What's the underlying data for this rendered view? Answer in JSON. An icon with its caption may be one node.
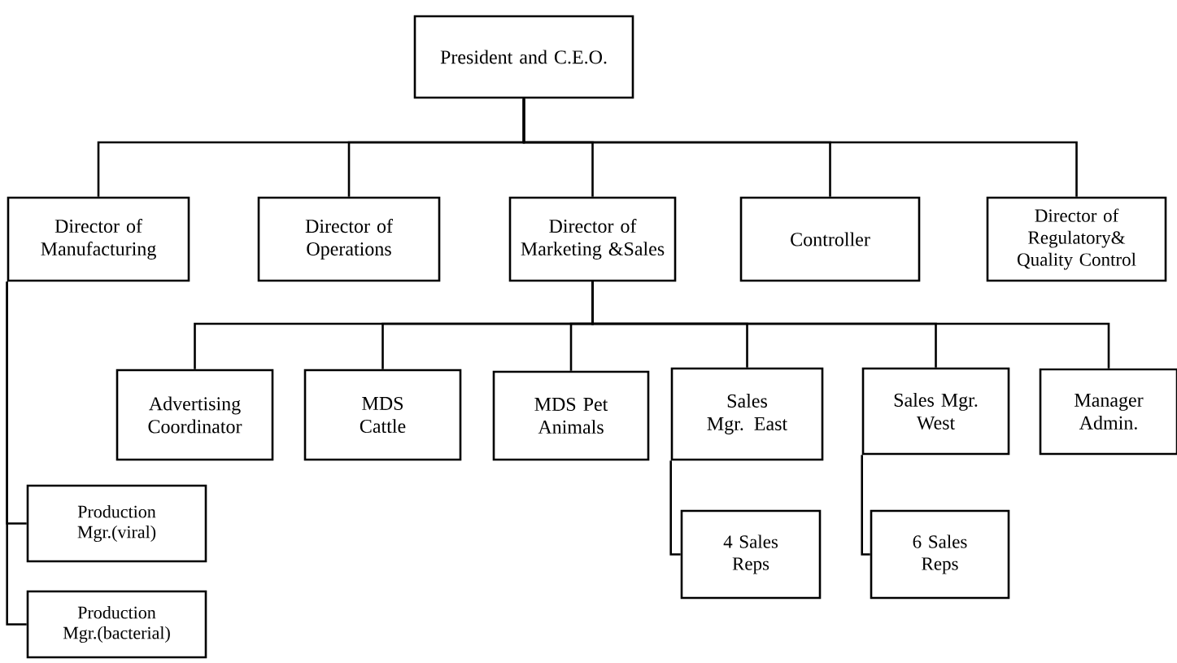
{
  "diagram": {
    "nodes": [
      {
        "text": [
          "President and C.E.O."
        ]
      },
      {
        "text": [
          "Director of Manufacturing"
        ]
      },
      {
        "text": [
          "Director of Operations"
        ]
      },
      {
        "text": [
          "Director of Marketing &Sales"
        ]
      },
      {
        "text": [
          "Controller"
        ]
      },
      {
        "text": [
          "Director of Regulatory& Quality Control"
        ]
      },
      {
        "text": [
          "Advertising Coordinator"
        ]
      },
      {
        "text": [
          "MDS Cattle"
        ]
      },
      {
        "text": [
          "MDS Pet Animals"
        ]
      },
      {
        "text": [
          "Sales Mgr. East"
        ]
      },
      {
        "text": [
          "Sales Mgr. West"
        ]
      },
      {
        "text": [
          "Manager Admin."
        ]
      },
      {
        "text": [
          "4 Sales Reps"
        ]
      },
      {
        "text": [
          "6 Sales Reps"
        ]
      },
      {
        "text": [
          "Production Mgr.(viral)"
        ]
      },
      {
        "text": [
          "Production Mgr.(bacterial)"
        ]
      }
    ],
    "edges": [
      {
        "from": 0,
        "to": 1,
        "arrow": "none"
      },
      {
        "from": 0,
        "to": 2,
        "arrow": "none"
      },
      {
        "from": 0,
        "to": 3,
        "arrow": "none"
      },
      {
        "from": 0,
        "to": 4,
        "arrow": "none"
      },
      {
        "from": 0,
        "to": 5,
        "arrow": "none"
      },
      {
        "from": 3,
        "to": 6,
        "arrow": "none"
      },
      {
        "from": 3,
        "to": 7,
        "arrow": "none"
      },
      {
        "from": 3,
        "to": 8,
        "arrow": "none"
      },
      {
        "from": 3,
        "to": 9,
        "arrow": "none"
      },
      {
        "from": 3,
        "to": 10,
        "arrow": "none"
      },
      {
        "from": 3,
        "to": 11,
        "arrow": "none"
      },
      {
        "from": 9,
        "to": 12,
        "arrow": "none"
      },
      {
        "from": 10,
        "to": 13,
        "arrow": "none"
      },
      {
        "from": 1,
        "to": 14,
        "arrow": "none"
      },
      {
        "from": 1,
        "to": 15,
        "arrow": "none"
      }
    ]
  }
}
